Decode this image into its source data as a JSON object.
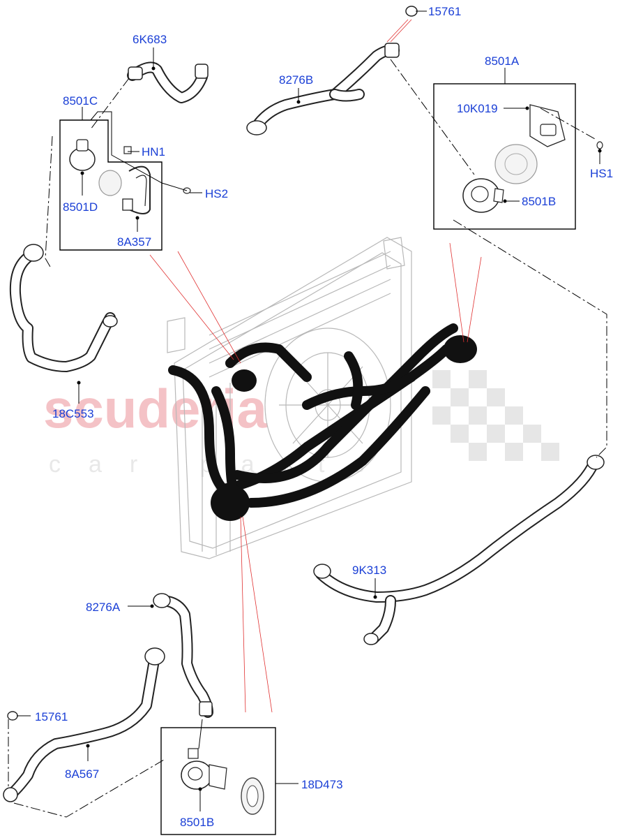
{
  "watermark": {
    "brand": "scuderia",
    "sub": "car parts"
  },
  "callouts": [
    {
      "id": "15761-top",
      "text": "15761"
    },
    {
      "id": "6K683",
      "text": "6K683"
    },
    {
      "id": "8276B",
      "text": "8276B"
    },
    {
      "id": "8501A",
      "text": "8501A"
    },
    {
      "id": "10K019",
      "text": "10K019"
    },
    {
      "id": "HS1",
      "text": "HS1"
    },
    {
      "id": "8501B-top",
      "text": "8501B"
    },
    {
      "id": "8501C",
      "text": "8501C"
    },
    {
      "id": "HN1",
      "text": "HN1"
    },
    {
      "id": "HS2",
      "text": "HS2"
    },
    {
      "id": "8501D",
      "text": "8501D"
    },
    {
      "id": "8A357",
      "text": "8A357"
    },
    {
      "id": "18C553",
      "text": "18C553"
    },
    {
      "id": "9K313",
      "text": "9K313"
    },
    {
      "id": "8276A",
      "text": "8276A"
    },
    {
      "id": "15761-bottom",
      "text": "15761"
    },
    {
      "id": "8A567",
      "text": "8A567"
    },
    {
      "id": "18D473",
      "text": "18D473"
    },
    {
      "id": "8501B-bottom",
      "text": "8501B"
    }
  ]
}
